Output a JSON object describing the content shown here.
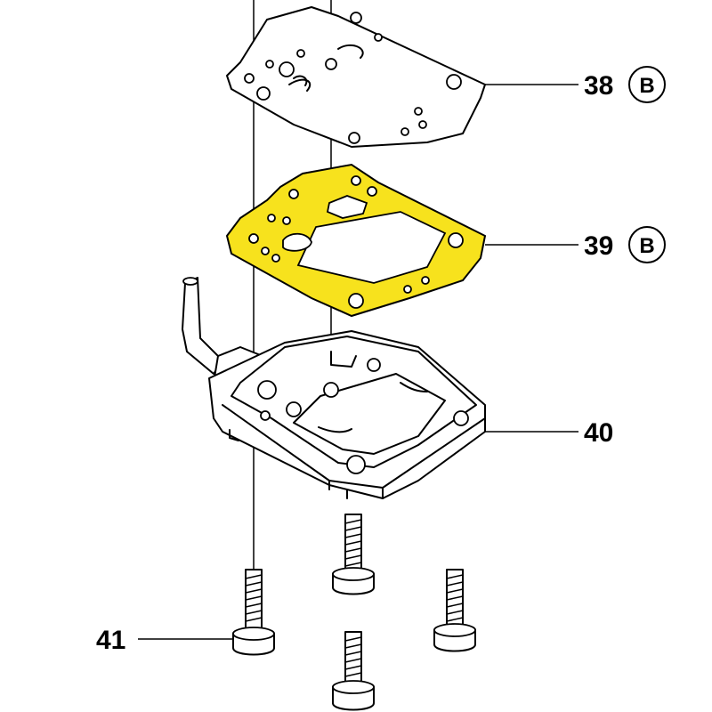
{
  "callouts": [
    {
      "id": "38",
      "number": "38",
      "letter": "B"
    },
    {
      "id": "39",
      "number": "39",
      "letter": "B"
    },
    {
      "id": "40",
      "number": "40",
      "letter": ""
    },
    {
      "id": "41",
      "number": "41",
      "letter": ""
    }
  ],
  "colors": {
    "highlight": "#f7e21d",
    "line": "#000000",
    "background": "#ffffff"
  }
}
